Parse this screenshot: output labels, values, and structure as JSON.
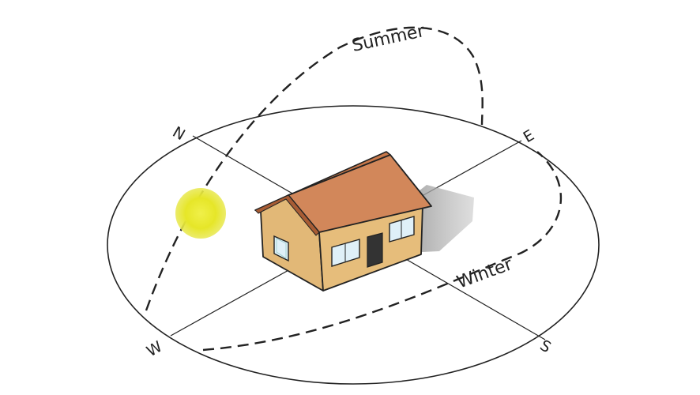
{
  "compass": {
    "north": "N",
    "east": "E",
    "south": "S",
    "west": "W"
  },
  "paths": {
    "summer": "Summer",
    "winter": "Winter"
  },
  "colors": {
    "roof": "#d2875a",
    "roof_dark": "#b86a40",
    "wall": "#e2b877",
    "wall_side": "#d6a865",
    "sun": "#e8e82a",
    "shadow": "#9a9a9a",
    "window": "#dff0f8",
    "door": "#333333"
  }
}
